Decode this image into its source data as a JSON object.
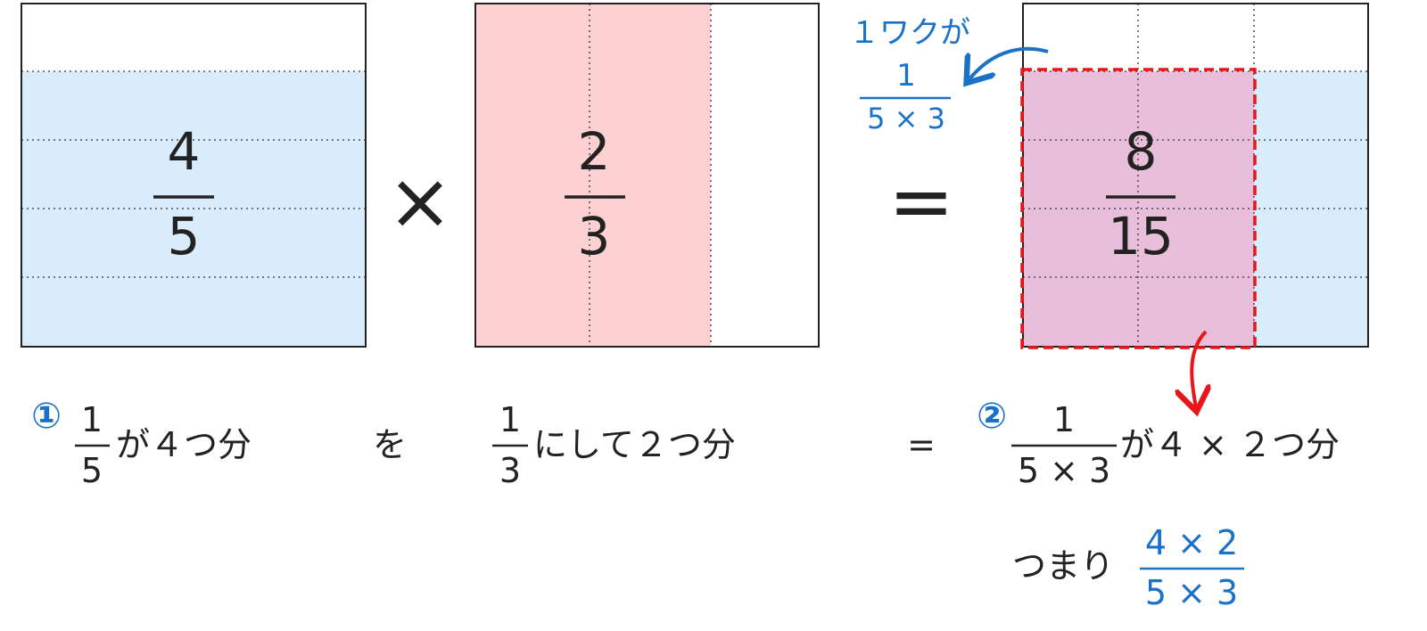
{
  "boxes": {
    "left": {
      "numerator": "4",
      "denominator": "5"
    },
    "middle": {
      "numerator": "2",
      "denominator": "3"
    },
    "right": {
      "numerator": "8",
      "denominator": "15"
    }
  },
  "operators": {
    "times": "×",
    "equals": "="
  },
  "callout": {
    "label": "１ワクが",
    "numerator": "1",
    "denominator": "5 × 3"
  },
  "bottom": {
    "step1": {
      "marker": "①",
      "numerator": "1",
      "denominator": "5",
      "text": "が４つ分"
    },
    "connector": "を",
    "middle": {
      "numerator": "1",
      "denominator": "3",
      "text": "にして２つ分"
    },
    "equals": "=",
    "step2": {
      "marker": "②",
      "numerator": "1",
      "denominator": "5 × 3",
      "text": "が４ × ２つ分"
    },
    "summary": {
      "prefix": "つまり",
      "numerator": "4 × 2",
      "denominator": "5 × 3"
    }
  },
  "colors": {
    "blue_fill": "#d9ecfb",
    "red_fill": "#fdd1d1",
    "overlap_fill": "#e9bedb",
    "accent_blue": "#1a72c8",
    "accent_red": "#e8161b",
    "border": "#222222"
  }
}
